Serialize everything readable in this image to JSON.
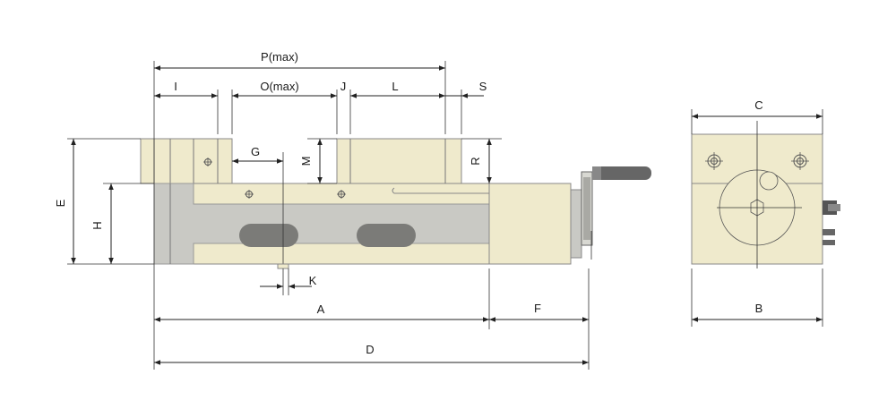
{
  "labels": {
    "p_max": "P(max)",
    "i": "I",
    "o_max": "O(max)",
    "j": "J",
    "l": "L",
    "s": "S",
    "g": "G",
    "m": "M",
    "r": "R",
    "e": "E",
    "h": "H",
    "k": "K",
    "a": "A",
    "f": "F",
    "d": "D",
    "c": "C",
    "b": "B"
  },
  "colors": {
    "body_cream": "#efeacc",
    "body_gray": "#c9c9c4",
    "slot_dark": "#7b7b78",
    "handle_dark": "#666666",
    "line": "#222222"
  }
}
